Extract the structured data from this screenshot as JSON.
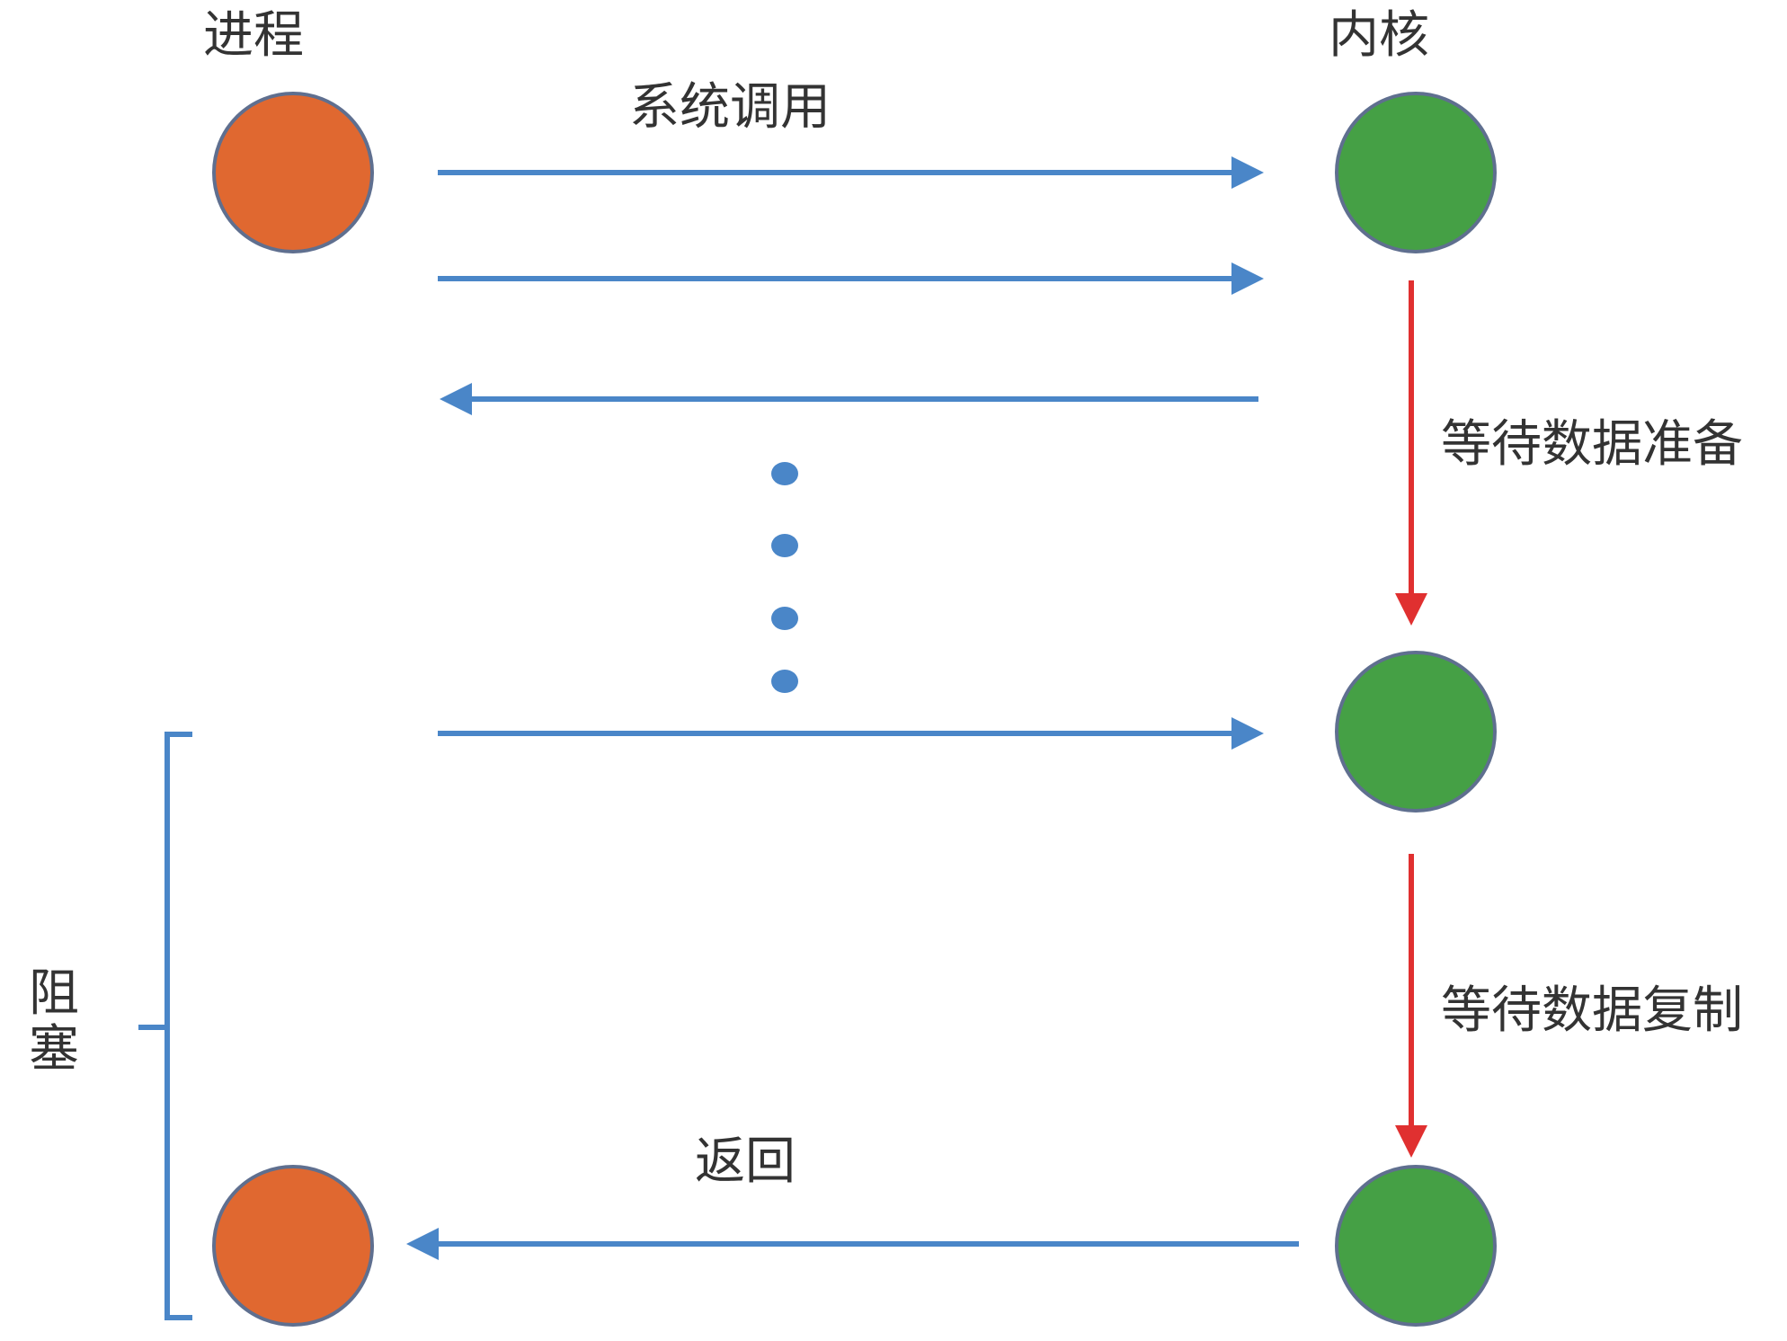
{
  "labels": {
    "process": "进程",
    "kernel": "内核",
    "system_call": "系统调用",
    "wait_ready": "等待数据准备",
    "wait_copy": "等待数据复制",
    "return": "返回",
    "blocked": "阻塞"
  },
  "colors": {
    "process_node": "#E06830",
    "kernel_node": "#45A045",
    "node_stroke": "#5F6F8F",
    "call_arrow": "#4A86C8",
    "kernel_arrow": "#E03030",
    "text": "#333333"
  }
}
